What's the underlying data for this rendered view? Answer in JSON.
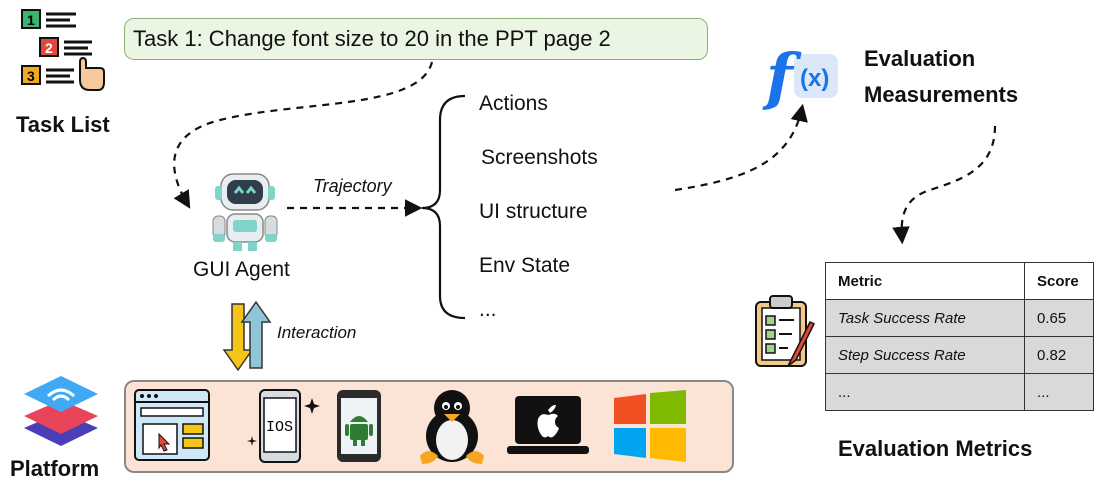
{
  "task_list": {
    "label": "Task List",
    "task_text": "Task 1: Change font size to 20 in the PPT page 2",
    "list_numbers": [
      "1",
      "2",
      "3"
    ]
  },
  "agent": {
    "label": "GUI Agent",
    "trajectory_label": "Trajectory",
    "interaction_label": "Interaction"
  },
  "trajectory_outputs": [
    "Actions",
    "Screenshots",
    "UI structure",
    "Env State",
    "..."
  ],
  "evaluation": {
    "measure_label_line1": "Evaluation",
    "measure_label_line2": "Measurements",
    "function_symbol": "f",
    "function_arg": "(x)"
  },
  "metrics_table": {
    "headers": [
      "Metric",
      "Score"
    ],
    "rows": [
      {
        "metric": "Task Success Rate",
        "score": "0.65"
      },
      {
        "metric": "Step Success Rate",
        "score": "0.82"
      },
      {
        "metric": "...",
        "score": "..."
      }
    ],
    "title": "Evaluation Metrics"
  },
  "platform": {
    "label": "Platform",
    "ios_text": "IOS",
    "icons": [
      "browser-window-icon",
      "ios-phone-icon",
      "android-phone-icon",
      "linux-penguin-icon",
      "macos-laptop-icon",
      "windows-logo-icon"
    ]
  },
  "colors": {
    "task_box_bg": "#eaf5e4",
    "platform_box_bg": "#fbe3d6",
    "function_blue": "#1a73e8",
    "robot_teal": "#7fd3c8",
    "arrow_down": "#f5c518",
    "arrow_up": "#8ec6d8"
  }
}
